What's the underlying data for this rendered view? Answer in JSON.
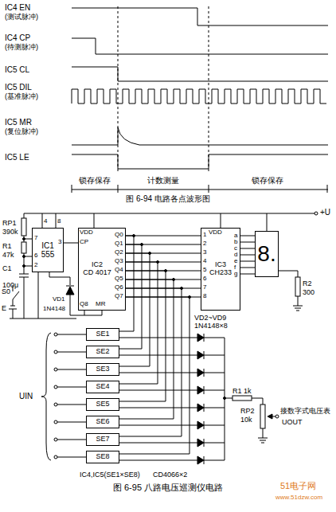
{
  "diagram": {
    "caption": "图 6-95 八路电压巡测仪电路",
    "nodes": [
      {
        "text": [
          "IC1",
          "555"
        ]
      },
      {
        "text": [
          "IC2",
          "CD 4017"
        ]
      },
      {
        "text": [
          "IC3",
          "CH233"
        ]
      },
      {
        "text": [
          "8."
        ]
      },
      {
        "text": [
          "SE1"
        ]
      },
      {
        "text": [
          "SE2"
        ]
      },
      {
        "text": [
          "SE3"
        ]
      },
      {
        "text": [
          "SE4"
        ]
      },
      {
        "text": [
          "SE5"
        ]
      },
      {
        "text": [
          "SE6"
        ]
      },
      {
        "text": [
          "SE7"
        ]
      },
      {
        "text": [
          "SE8"
        ]
      }
    ],
    "edges": [
      {
        "from": 0,
        "to": 1,
        "arrow": "none"
      },
      {
        "from": 1,
        "to": 2,
        "arrow": "none"
      },
      {
        "from": 1,
        "to": 2,
        "arrow": "none"
      },
      {
        "from": 1,
        "to": 2,
        "arrow": "none"
      },
      {
        "from": 1,
        "to": 2,
        "arrow": "none"
      },
      {
        "from": 1,
        "to": 2,
        "arrow": "none"
      },
      {
        "from": 1,
        "to": 2,
        "arrow": "none"
      },
      {
        "from": 1,
        "to": 2,
        "arrow": "none"
      },
      {
        "from": 1,
        "to": 2,
        "arrow": "none"
      },
      {
        "from": 1,
        "to": 4,
        "arrow": "none"
      },
      {
        "from": 1,
        "to": 5,
        "arrow": "none"
      },
      {
        "from": 1,
        "to": 6,
        "arrow": "none"
      },
      {
        "from": 1,
        "to": 7,
        "arrow": "none"
      },
      {
        "from": 1,
        "to": 8,
        "arrow": "none"
      },
      {
        "from": 1,
        "to": 9,
        "arrow": "none"
      },
      {
        "from": 1,
        "to": 10,
        "arrow": "none"
      },
      {
        "from": 1,
        "to": 11,
        "arrow": "none"
      },
      {
        "from": 2,
        "to": 3,
        "arrow": "none"
      },
      {
        "from": 2,
        "to": 3,
        "arrow": "none"
      },
      {
        "from": 2,
        "to": 3,
        "arrow": "none"
      },
      {
        "from": 2,
        "to": 3,
        "arrow": "none"
      },
      {
        "from": 2,
        "to": 3,
        "arrow": "none"
      },
      {
        "from": 2,
        "to": 3,
        "arrow": "none"
      },
      {
        "from": 2,
        "to": 3,
        "arrow": "none"
      }
    ],
    "labels": [
      "IC4 EN",
      "(测试脉冲)",
      "IC4 CP",
      "(待测脉冲)",
      "IC5 CL",
      "IC5 DIL",
      "(基准脉冲)",
      "IC5 MR",
      "(复位脉冲)",
      "IC5 LE",
      "锁存保存",
      "计数测量",
      "锁存保存",
      "图 6-94 电路各点波形图",
      "+U",
      "RP1",
      "390k",
      "R1",
      "47k",
      "C1",
      "100μ",
      "E",
      "S0",
      "VD1",
      "1N4148",
      "4",
      "8",
      "7",
      "6",
      "2",
      "3",
      "VDD",
      "CP",
      "Q0",
      "Q1",
      "Q2",
      "Q3",
      "Q4",
      "Q5",
      "Q6",
      "Q7",
      "Q8",
      "MR",
      "VDD",
      "1",
      "2",
      "3",
      "4",
      "5",
      "6",
      "7",
      "8",
      "a",
      "b",
      "c",
      "d",
      "e",
      "f",
      "g",
      "R2",
      "300",
      "VD2~VD9",
      "1N4148×8",
      "R1",
      "1k",
      "RP2",
      "10k",
      "接数字式电压表",
      "UOUT",
      "UIN",
      "IC4,IC5(SE1×SE8)",
      "CD4066×2",
      "51电子网",
      "www.51dzw.com"
    ]
  }
}
